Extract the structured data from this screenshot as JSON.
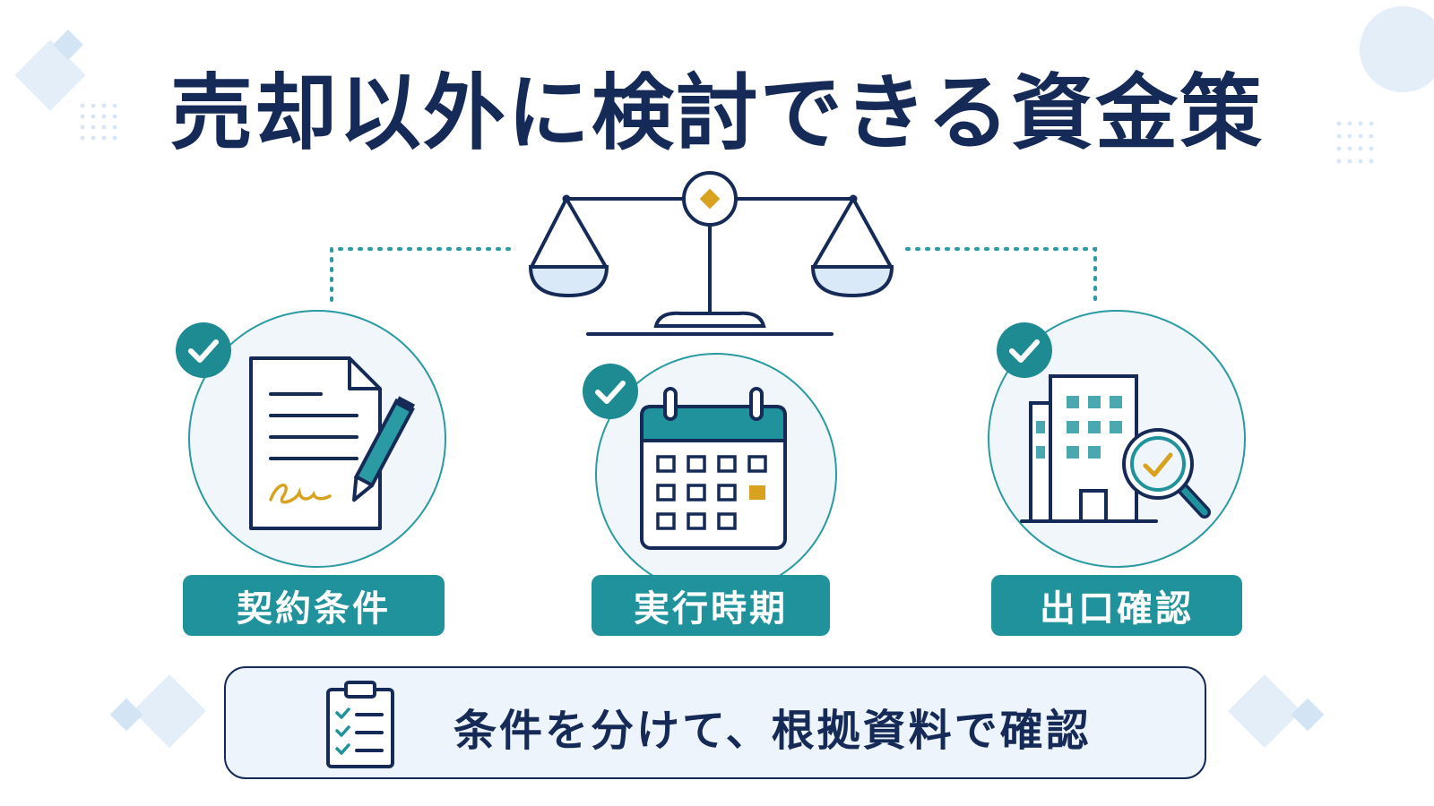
{
  "title": "売却以外に検討できる資金策",
  "items": [
    {
      "label": "契約条件",
      "icon": "contract-signature-icon"
    },
    {
      "label": "実行時期",
      "icon": "calendar-icon"
    },
    {
      "label": "出口確認",
      "icon": "building-inspection-icon"
    }
  ],
  "footer": {
    "text": "条件を分けて、根拠資料で確認",
    "icon": "clipboard-checklist-icon"
  },
  "colors": {
    "navy": "#162a57",
    "teal": "#20929b",
    "gold": "#d9a21e",
    "light_blue": "#dcebf8"
  }
}
